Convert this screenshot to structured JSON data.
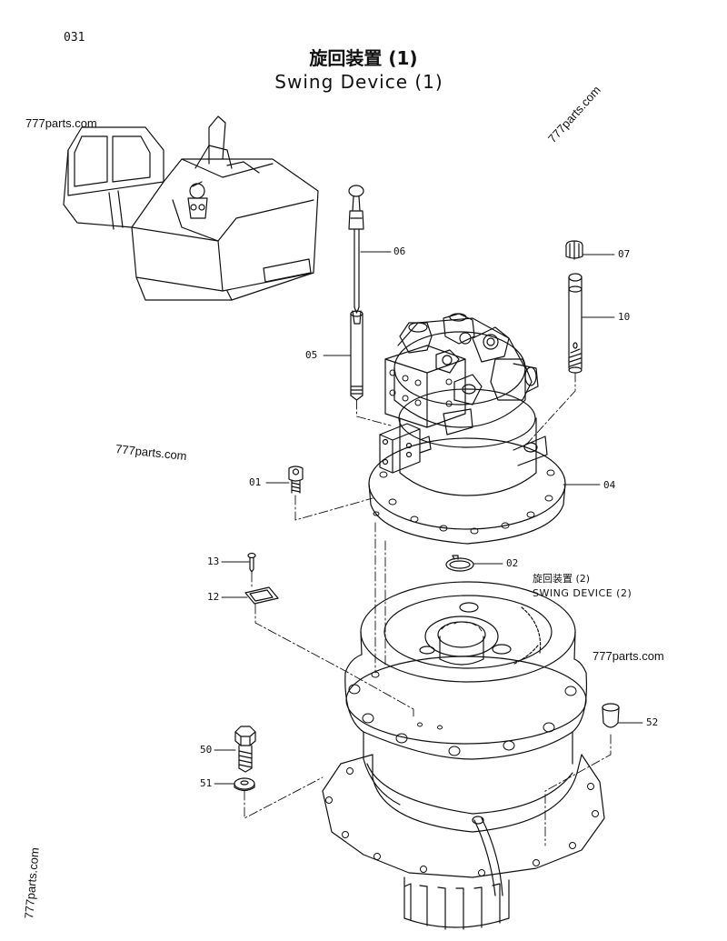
{
  "page_number": "031",
  "title_jp": "旋回装置 (1)",
  "title_en": "Swing Device (1)",
  "watermarks": [
    "777parts.com",
    "777parts.com",
    "777parts.com",
    "777parts.com",
    "777parts.com"
  ],
  "reference": {
    "jp": "旋回装置 (2)",
    "en": "SWING DEVICE (2)"
  },
  "parts": [
    {
      "id": "p06",
      "num": "06"
    },
    {
      "id": "p07",
      "num": "07"
    },
    {
      "id": "p10",
      "num": "10"
    },
    {
      "id": "p05",
      "num": "05"
    },
    {
      "id": "p01",
      "num": "01"
    },
    {
      "id": "p04",
      "num": "04"
    },
    {
      "id": "p02",
      "num": "02"
    },
    {
      "id": "p13",
      "num": "13"
    },
    {
      "id": "p12",
      "num": "12"
    },
    {
      "id": "p52",
      "num": "52"
    },
    {
      "id": "p50",
      "num": "50"
    },
    {
      "id": "p51",
      "num": "51"
    }
  ]
}
